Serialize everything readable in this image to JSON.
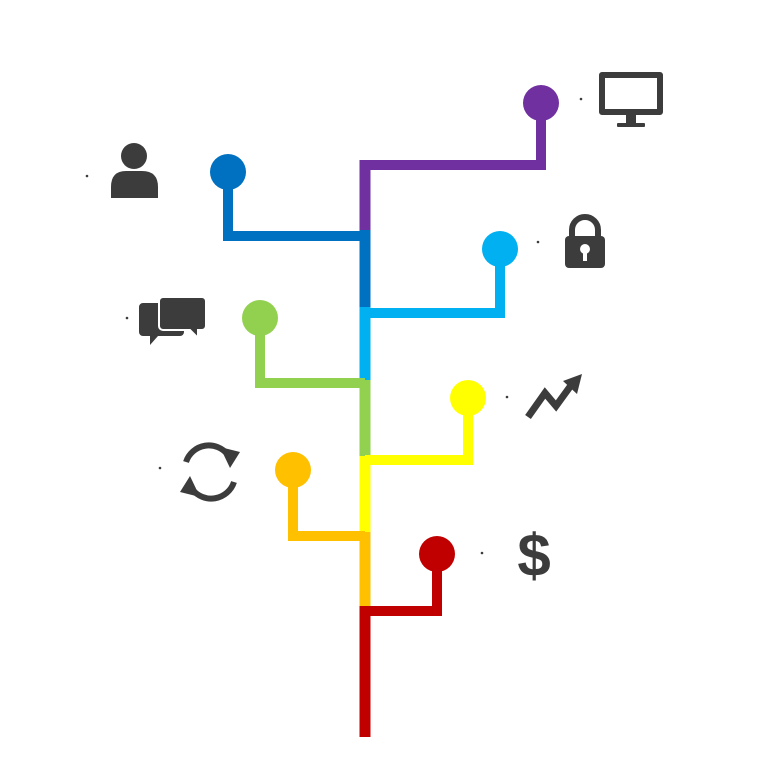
{
  "diagram": {
    "palette": {
      "purple": "#7030a0",
      "blue": "#0070c0",
      "sky": "#00b0f0",
      "green": "#92d050",
      "yellow": "#ffff00",
      "orange": "#ffc000",
      "red": "#c00000",
      "icon": "#3c3c3c"
    },
    "branches": [
      {
        "id": "purple",
        "side": "right",
        "color": "#7030a0",
        "icon": "monitor-icon"
      },
      {
        "id": "blue",
        "side": "left",
        "color": "#0070c0",
        "icon": "user-icon"
      },
      {
        "id": "sky",
        "side": "right",
        "color": "#00b0f0",
        "icon": "padlock-icon"
      },
      {
        "id": "green",
        "side": "left",
        "color": "#92d050",
        "icon": "chat-bubbles-icon"
      },
      {
        "id": "yellow",
        "side": "right",
        "color": "#ffff00",
        "icon": "trend-arrow-icon"
      },
      {
        "id": "orange",
        "side": "left",
        "color": "#ffc000",
        "icon": "refresh-icon"
      },
      {
        "id": "red",
        "side": "right",
        "color": "#c00000",
        "icon": "dollar-icon"
      }
    ],
    "dollar_glyph": "$"
  }
}
